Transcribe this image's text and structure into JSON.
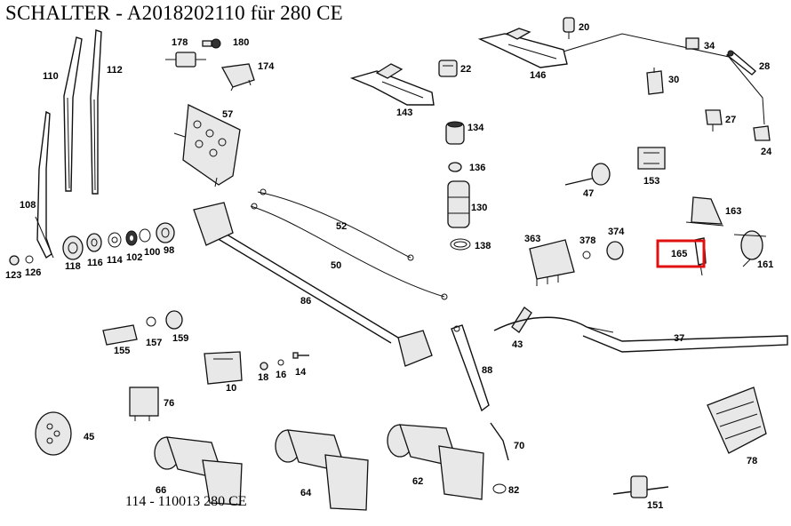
{
  "header": {
    "title": "SCHALTER  - A2018202110 für 280 CE"
  },
  "footer": {
    "caption": "114 - 110013 280 CE"
  },
  "highlight": {
    "part": "165",
    "color": "#e01010"
  },
  "labels": {
    "p20": "20",
    "p34": "34",
    "p28": "28",
    "p146": "146",
    "p30": "30",
    "p27": "27",
    "p24": "24",
    "p178": "178",
    "p180": "180",
    "p174": "174",
    "p22": "22",
    "p143": "143",
    "p110": "110",
    "p112": "112",
    "p57": "57",
    "p134": "134",
    "p136": "136",
    "p130": "130",
    "p138": "138",
    "p47": "47",
    "p153": "153",
    "p163": "163",
    "p108": "108",
    "p52": "52",
    "p50": "50",
    "p363": "363",
    "p378": "378",
    "p374": "374",
    "p165": "165",
    "p161": "161",
    "p123": "123",
    "p126": "126",
    "p118": "118",
    "p116": "116",
    "p114": "114",
    "p102": "102",
    "p100": "100",
    "p98": "98",
    "p86": "86",
    "p43": "43",
    "p37": "37",
    "p155": "155",
    "p157": "157",
    "p159": "159",
    "p10": "10",
    "p18": "18",
    "p16": "16",
    "p14": "14",
    "p88": "88",
    "p76": "76",
    "p45": "45",
    "p70": "70",
    "p66": "66",
    "p64": "64",
    "p62": "62",
    "p82": "82",
    "p151": "151",
    "p78": "78"
  }
}
